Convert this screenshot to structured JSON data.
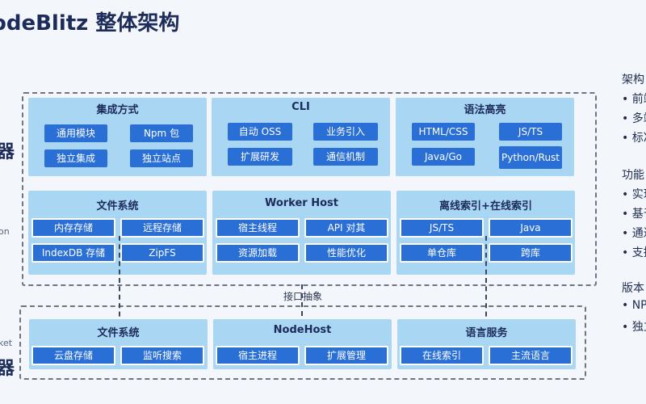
{
  "title": "odeBlitz 整体架构",
  "left_cut": {
    "char1": "器",
    "char2": "器",
    "on": "on",
    "ket": "ket"
  },
  "interface_label": "接口抽象",
  "top_row1": [
    {
      "title": "集成方式",
      "items": [
        "通用模块",
        "Npm 包",
        "独立集成",
        "独立站点"
      ]
    },
    {
      "title": "CLI",
      "items": [
        "自动 OSS",
        "业务引入",
        "扩展研发",
        "通信机制"
      ]
    },
    {
      "title": "语法高亮",
      "items": [
        "HTML/CSS",
        "JS/TS",
        "Java/Go",
        "Python/Rust"
      ]
    }
  ],
  "top_row2": [
    {
      "title": "文件系统",
      "items": [
        "内存存储",
        "远程存储",
        "IndexDB 存储",
        "ZipFS"
      ]
    },
    {
      "title": "Worker Host",
      "items": [
        "宿主线程",
        "API 对其",
        "资源加载",
        "性能优化"
      ]
    },
    {
      "title": "离线索引+在线索引",
      "items": [
        "JS/TS",
        "Java",
        "单仓库",
        "跨库"
      ]
    }
  ],
  "bottom_row": [
    {
      "title": "文件系统",
      "items": [
        "云盘存储",
        "监听搜索"
      ]
    },
    {
      "title": "NodeHost",
      "items": [
        "宿主进程",
        "扩展管理"
      ]
    },
    {
      "title": "语言服务",
      "items": [
        "在线索引",
        "主流语言"
      ]
    }
  ],
  "side_text": [
    "架构",
    "• 前端",
    "• 多端",
    "• 标准",
    "功能",
    "• 实现",
    "• 基于",
    "• 通过",
    "• 支持",
    "版本",
    "• NP",
    "• 独立"
  ],
  "colors": {
    "panel": "#a8d6f3",
    "chip": "#2a6fd6",
    "text": "#1c2b5a"
  }
}
